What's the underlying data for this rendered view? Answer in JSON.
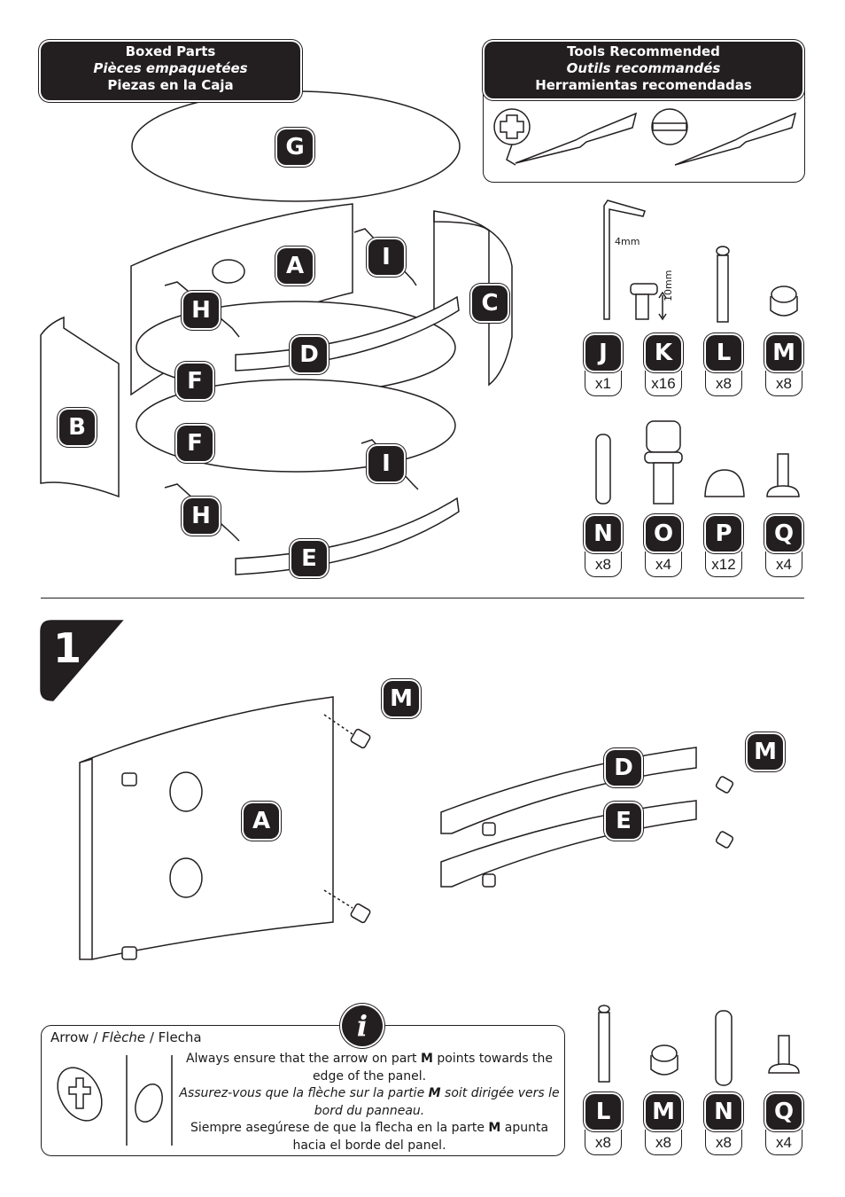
{
  "boxed_parts": {
    "line1": "Boxed Parts",
    "line2": "Pièces empaquetées",
    "line3": "Piezas en la Caja"
  },
  "tools": {
    "line1": "Tools Recommended",
    "line2": "Outils recommandés",
    "line3": "Herramientas recomendadas"
  },
  "panel_labels": {
    "G": "G",
    "A": "A",
    "I1": "I",
    "C": "C",
    "H1": "H",
    "D": "D",
    "F1": "F",
    "B": "B",
    "F2": "F",
    "I2": "I",
    "H2": "H",
    "E": "E"
  },
  "dimensions": {
    "allen_key": "4mm",
    "bolt_length": "10mm"
  },
  "fittings": [
    {
      "label": "J",
      "qty": "x1"
    },
    {
      "label": "K",
      "qty": "x16"
    },
    {
      "label": "L",
      "qty": "x8"
    },
    {
      "label": "M",
      "qty": "x8"
    },
    {
      "label": "N",
      "qty": "x8"
    },
    {
      "label": "O",
      "qty": "x4"
    },
    {
      "label": "P",
      "qty": "x12"
    },
    {
      "label": "Q",
      "qty": "x4"
    }
  ],
  "step": {
    "number": "1",
    "labels": {
      "M1": "M",
      "A": "A",
      "D": "D",
      "M2": "M",
      "E": "E"
    }
  },
  "note": {
    "arrow_label_1": "Arrow / ",
    "arrow_label_2": "Flèche",
    "arrow_label_3": " / Flecha",
    "info_icon": "i",
    "en_1": "Always ensure that the arrow on part ",
    "en_bold": "M",
    "en_2": " points towards the edge of the panel.",
    "fr_1": "Assurez-vous que la flèche sur la partie ",
    "fr_bold": "M",
    "fr_2": " soit dirigée vers le bord du panneau.",
    "es_1": "Siempre asegúrese de que la flecha en la parte ",
    "es_bold": "M",
    "es_2": " apunta hacia el borde del panel."
  },
  "step_fittings": [
    {
      "label": "L",
      "qty": "x8"
    },
    {
      "label": "M",
      "qty": "x8"
    },
    {
      "label": "N",
      "qty": "x8"
    },
    {
      "label": "Q",
      "qty": "x4"
    }
  ]
}
